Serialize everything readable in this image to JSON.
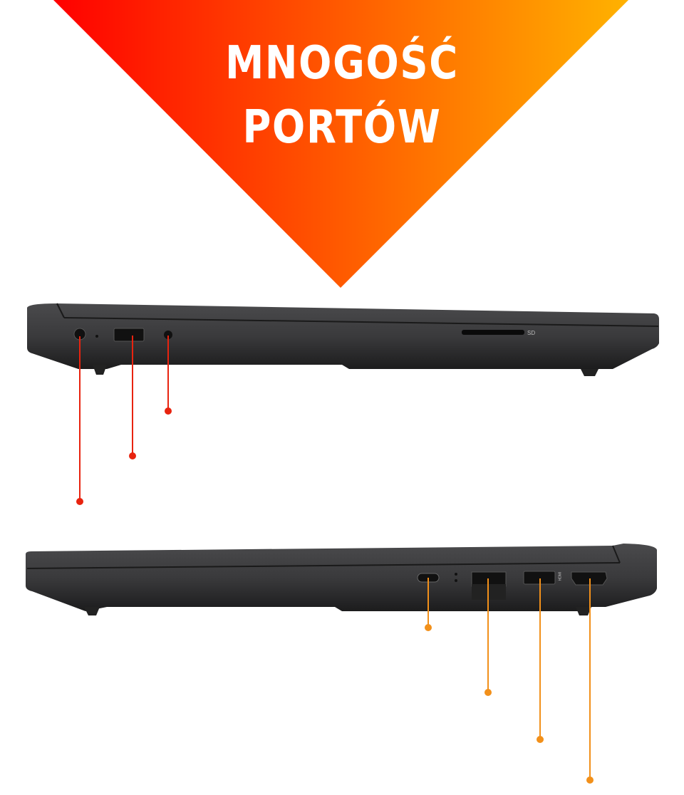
{
  "banner": {
    "line1": "MNOGOŚĆ",
    "line2": "PORTÓW",
    "gradient": [
      "#ff0000",
      "#ffb000"
    ]
  },
  "laptop_left_side": {
    "sd_label": "SD",
    "callout_color": "#e8230f",
    "ports": [
      "power-jack",
      "usb-a",
      "audio-jack"
    ]
  },
  "laptop_right_side": {
    "hdmi_label": "HDMI",
    "callout_color": "#f2901a",
    "ports": [
      "usb-c",
      "ethernet",
      "usb-a",
      "hdmi"
    ]
  }
}
